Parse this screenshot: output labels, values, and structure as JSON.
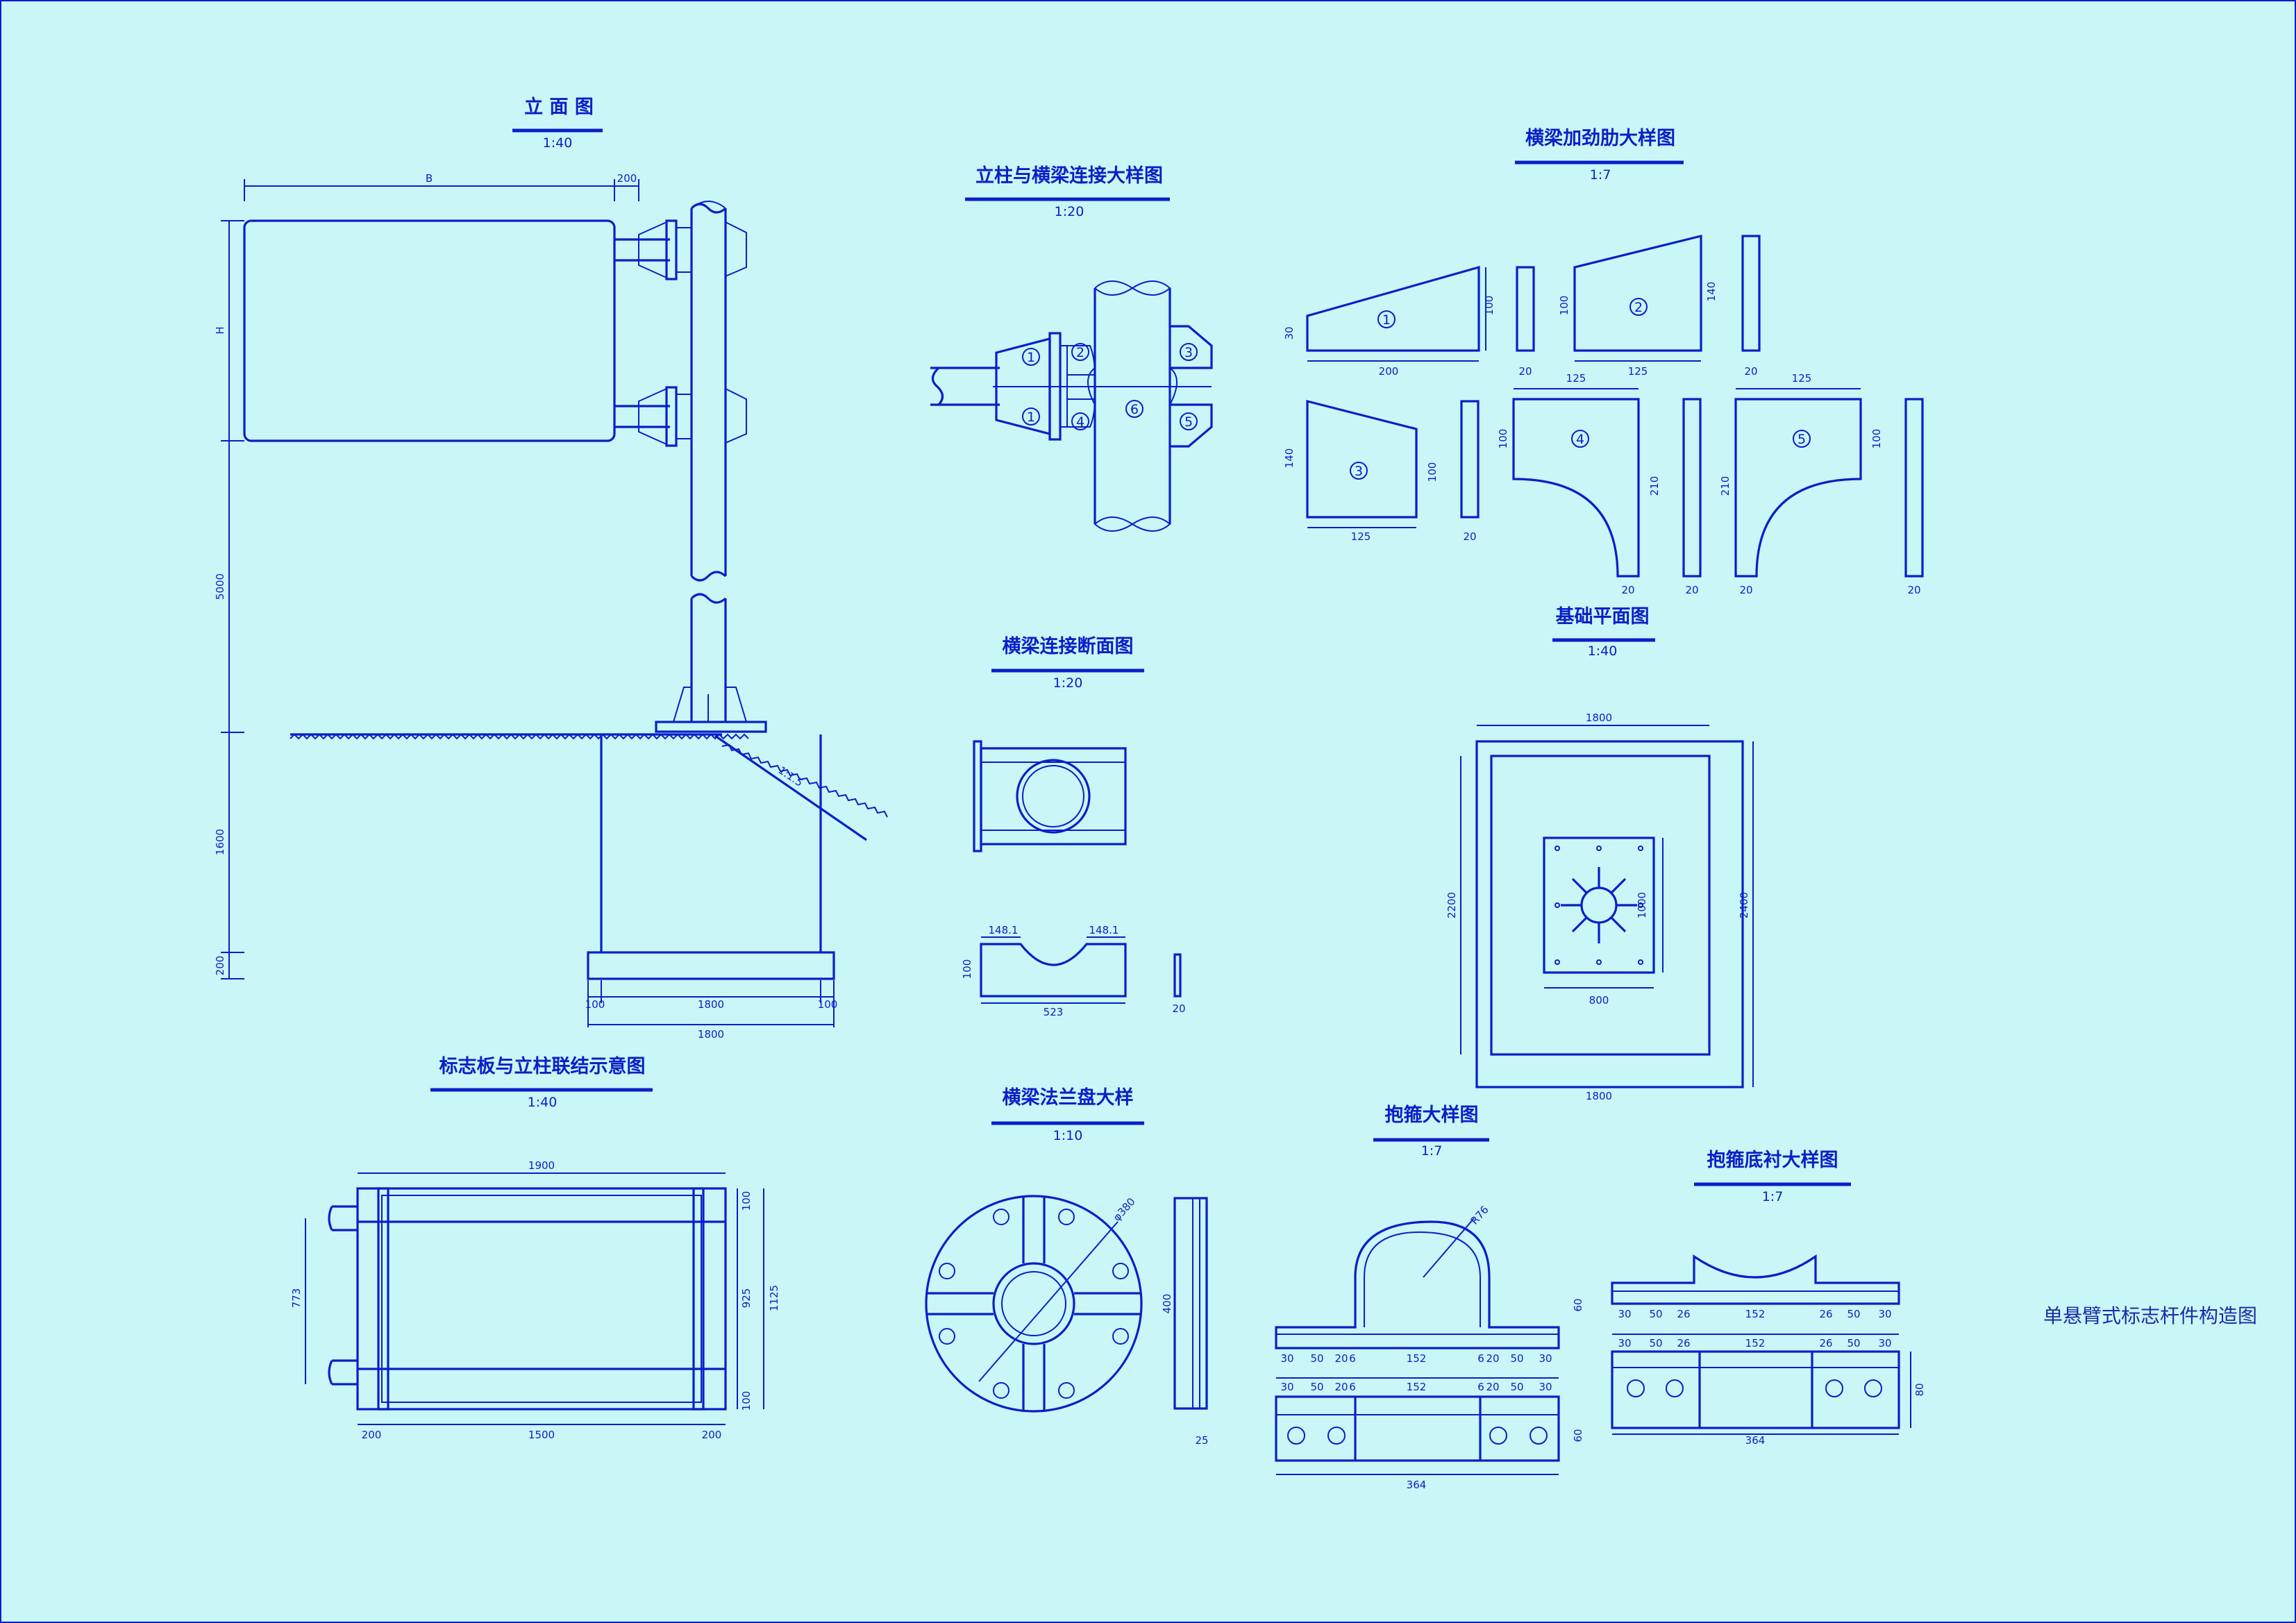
{
  "drawing_caption": "单悬臂式标志杆件构造图",
  "views": {
    "elevation": {
      "title": "立 面 图",
      "scale": "1:40",
      "dims": {
        "b": "B",
        "w200": "200",
        "h": "H",
        "h5000": "5000",
        "h1600": "1600",
        "h200": "200",
        "w100a": "100",
        "w1800a": "1800",
        "w100b": "100",
        "w1800b": "1800",
        "slope": "1:1.5"
      }
    },
    "column_beam_detail": {
      "title": "立柱与横梁连接大样图",
      "scale": "1:20",
      "labels": [
        "1",
        "2",
        "3",
        "1",
        "4",
        "6",
        "5"
      ]
    },
    "beam_rib_detail": {
      "title": "横梁加劲肋大样图",
      "scale": "1:7",
      "labels": [
        "1",
        "2",
        "3",
        "4",
        "5"
      ],
      "dims": {
        "d30": "30",
        "d100a": "100",
        "d200": "200",
        "d20a": "20",
        "d100b": "100",
        "d125a": "125",
        "d140a": "140",
        "d20b": "20",
        "d140b": "140",
        "d100c": "100",
        "d125b": "125",
        "d20c": "20",
        "d125c": "125",
        "d100d": "100",
        "d210a": "210",
        "d20d": "20",
        "d20e": "20",
        "d125d": "125",
        "d210b": "210",
        "d100e": "100",
        "d20f": "20",
        "d20g": "20"
      }
    },
    "beam_section": {
      "title": "横梁连接断面图",
      "scale": "1:20",
      "dims": {
        "a": "148.1",
        "b": "148.1",
        "h": "100",
        "w": "523",
        "t": "20"
      }
    },
    "foundation_plan": {
      "title": "基础平面图",
      "scale": "1:40",
      "dims": {
        "top": "1800",
        "left": "2200",
        "right": "2400",
        "inner": "1000",
        "plate": "800",
        "bottom": "1800"
      }
    },
    "sign_column_link": {
      "title": "标志板与立柱联结示意图",
      "scale": "1:40",
      "dims": {
        "top": "1900",
        "left": "773",
        "r1": "100",
        "r2": "925",
        "r3": "1125",
        "r4": "100",
        "b1": "200",
        "b2": "1500",
        "b3": "200"
      }
    },
    "flange_detail": {
      "title": "横梁法兰盘大样",
      "scale": "1:10",
      "dims": {
        "dia": "φ380",
        "h": "400",
        "t": "25"
      }
    },
    "hoop_detail": {
      "title": "抱箍大样图",
      "scale": "1:7",
      "dims": {
        "r": "R76",
        "h60a": "60",
        "h60b": "60",
        "w364": "364",
        "row1": [
          "30",
          "50",
          "20",
          "6",
          "152",
          "6",
          "20",
          "50",
          "30"
        ],
        "row2": [
          "30",
          "50",
          "20",
          "6",
          "152",
          "6",
          "20",
          "50",
          "30"
        ]
      }
    },
    "hoop_liner_detail": {
      "title": "抱箍底衬大样图",
      "scale": "1:7",
      "dims": {
        "h": "80",
        "w364": "364",
        "row1": [
          "30",
          "50",
          "26",
          "152",
          "26",
          "50",
          "30"
        ],
        "row2": [
          "30",
          "50",
          "26",
          "152",
          "26",
          "50",
          "30"
        ]
      }
    }
  }
}
